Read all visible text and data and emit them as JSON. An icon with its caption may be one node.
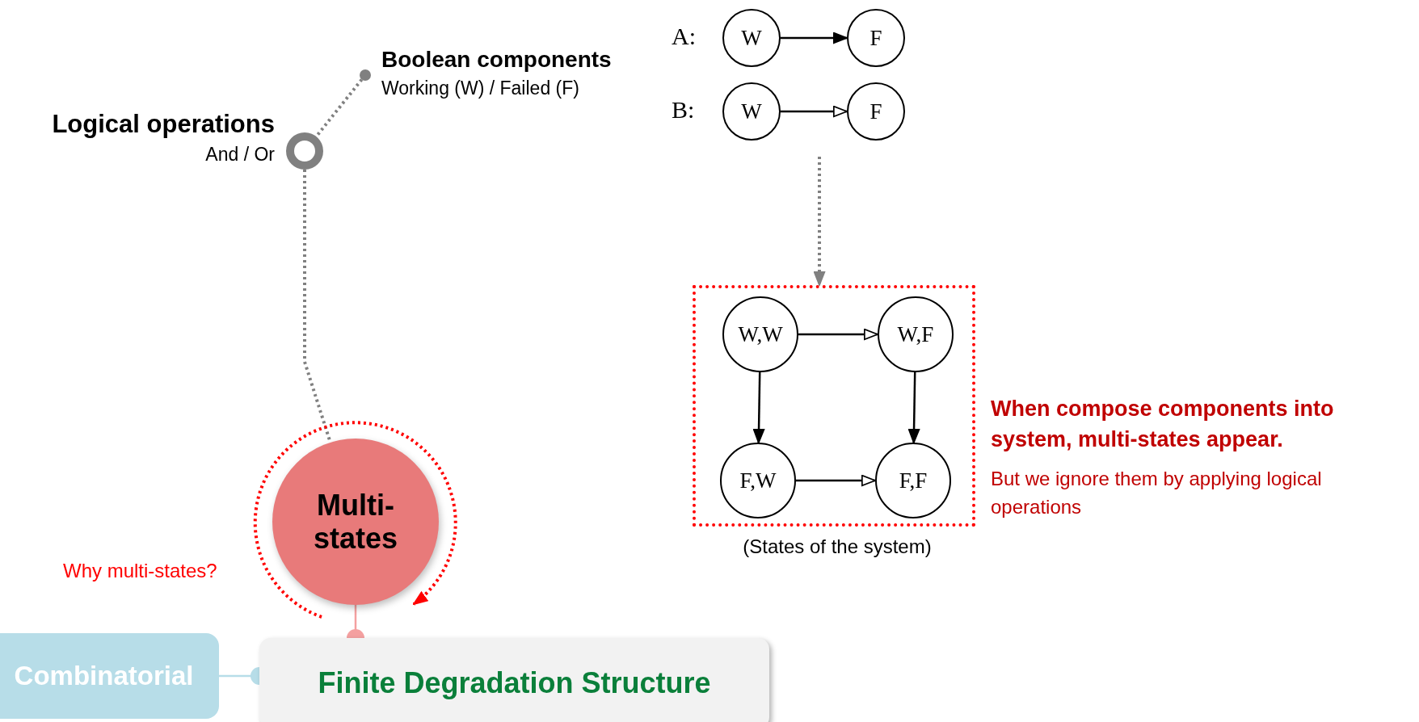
{
  "diagram": {
    "nodes": [
      {
        "text": [],
        "shape": "circle",
        "beside": [
          "Logical operations",
          "And / Or"
        ]
      },
      {
        "text": [],
        "shape": "circle",
        "beside": [
          "Boolean components",
          "Working (W) / Failed (F)"
        ]
      },
      {
        "text": [
          "W"
        ]
      },
      {
        "text": [
          "F"
        ]
      },
      {
        "text": [
          "W"
        ]
      },
      {
        "text": [
          "F"
        ]
      },
      {
        "text": [],
        "shape": "box",
        "beside": [
          "(States of the system)"
        ]
      },
      {
        "text": [
          "W,W"
        ],
        "in": 6
      },
      {
        "text": [
          "W,F"
        ],
        "in": 6
      },
      {
        "text": [
          "F,W"
        ],
        "in": 6
      },
      {
        "text": [
          "F,F"
        ],
        "in": 6
      },
      {
        "text": [
          "Multi-states"
        ],
        "beside": [
          "Why multi-states?"
        ]
      },
      {
        "text": [
          "Finite Degradation Structure"
        ]
      },
      {
        "text": [
          "Combinatorial"
        ]
      }
    ],
    "edges": [
      {
        "from": 1,
        "to": 0,
        "arrow": "none",
        "style": "dashed",
        "color": "#808080"
      },
      {
        "from": 0,
        "to": 11,
        "arrow": "none",
        "style": "dashed",
        "color": "#808080"
      },
      {
        "from": 2,
        "to": 3,
        "arrow": "to"
      },
      {
        "from": 4,
        "to": 5,
        "arrow": "to"
      },
      {
        "from": null,
        "to": 6,
        "arrow": "to",
        "style": "dashed",
        "color": "#808080"
      },
      {
        "from": 7,
        "to": 8,
        "arrow": "to"
      },
      {
        "from": 7,
        "to": 9,
        "arrow": "to"
      },
      {
        "from": 8,
        "to": 10,
        "arrow": "to"
      },
      {
        "from": 9,
        "to": 10,
        "arrow": "to"
      },
      {
        "from": 11,
        "to": 12,
        "arrow": "other",
        "color": "#f4a0a0"
      },
      {
        "from": 13,
        "to": 12,
        "arrow": "other",
        "color": "#b7dde8"
      }
    ],
    "labels": [
      "A:",
      "B:",
      "When compose components into system, multi-states appear.",
      "But we ignore them by applying logical operations"
    ]
  }
}
